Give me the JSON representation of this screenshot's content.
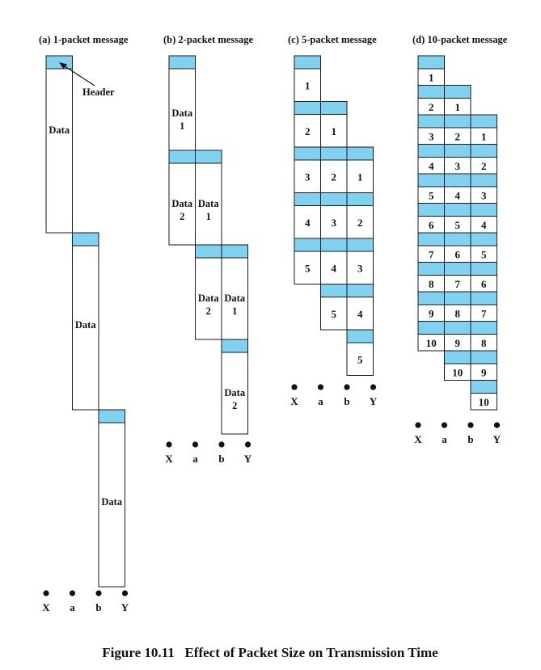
{
  "colors": {
    "header": "#80d3f0",
    "stroke": "#1a1a1a",
    "body": "#ffffff"
  },
  "caption": "Figure 10.11   Effect of Packet Size on Transmission Time",
  "header_annotation": "Header",
  "nodes": [
    "X",
    "a",
    "b",
    "Y"
  ],
  "panels": [
    {
      "id": "a",
      "title": "(a) 1-packet message",
      "packets": [
        {
          "node": 0,
          "slot": 0,
          "label": [
            "Data"
          ]
        },
        {
          "node": 1,
          "slot": 1,
          "label": [
            "Data"
          ]
        },
        {
          "node": 2,
          "slot": 2,
          "label": [
            "Data"
          ]
        }
      ]
    },
    {
      "id": "b",
      "title": "(b) 2-packet message",
      "packets": [
        {
          "node": 0,
          "slot": 0,
          "label": [
            "Data",
            "1"
          ]
        },
        {
          "node": 0,
          "slot": 1,
          "label": [
            "Data",
            "2"
          ]
        },
        {
          "node": 1,
          "slot": 1,
          "label": [
            "Data",
            "1"
          ]
        },
        {
          "node": 1,
          "slot": 2,
          "label": [
            "Data",
            "2"
          ]
        },
        {
          "node": 2,
          "slot": 2,
          "label": [
            "Data",
            "1"
          ]
        },
        {
          "node": 2,
          "slot": 3,
          "label": [
            "Data",
            "2"
          ]
        }
      ]
    },
    {
      "id": "c",
      "title": "(c) 5-packet message",
      "packets": [
        {
          "node": 0,
          "slot": 0,
          "label": [
            "1"
          ]
        },
        {
          "node": 0,
          "slot": 1,
          "label": [
            "2"
          ]
        },
        {
          "node": 0,
          "slot": 2,
          "label": [
            "3"
          ]
        },
        {
          "node": 0,
          "slot": 3,
          "label": [
            "4"
          ]
        },
        {
          "node": 0,
          "slot": 4,
          "label": [
            "5"
          ]
        },
        {
          "node": 1,
          "slot": 1,
          "label": [
            "1"
          ]
        },
        {
          "node": 1,
          "slot": 2,
          "label": [
            "2"
          ]
        },
        {
          "node": 1,
          "slot": 3,
          "label": [
            "3"
          ]
        },
        {
          "node": 1,
          "slot": 4,
          "label": [
            "4"
          ]
        },
        {
          "node": 1,
          "slot": 5,
          "label": [
            "5"
          ]
        },
        {
          "node": 2,
          "slot": 2,
          "label": [
            "1"
          ]
        },
        {
          "node": 2,
          "slot": 3,
          "label": [
            "2"
          ]
        },
        {
          "node": 2,
          "slot": 4,
          "label": [
            "3"
          ]
        },
        {
          "node": 2,
          "slot": 5,
          "label": [
            "4"
          ]
        },
        {
          "node": 2,
          "slot": 6,
          "label": [
            "5"
          ]
        }
      ]
    },
    {
      "id": "d",
      "title": "(d) 10-packet message",
      "packets": [
        {
          "node": 0,
          "slot": 0,
          "label": [
            "1"
          ]
        },
        {
          "node": 0,
          "slot": 1,
          "label": [
            "2"
          ]
        },
        {
          "node": 0,
          "slot": 2,
          "label": [
            "3"
          ]
        },
        {
          "node": 0,
          "slot": 3,
          "label": [
            "4"
          ]
        },
        {
          "node": 0,
          "slot": 4,
          "label": [
            "5"
          ]
        },
        {
          "node": 0,
          "slot": 5,
          "label": [
            "6"
          ]
        },
        {
          "node": 0,
          "slot": 6,
          "label": [
            "7"
          ]
        },
        {
          "node": 0,
          "slot": 7,
          "label": [
            "8"
          ]
        },
        {
          "node": 0,
          "slot": 8,
          "label": [
            "9"
          ]
        },
        {
          "node": 0,
          "slot": 9,
          "label": [
            "10"
          ]
        },
        {
          "node": 1,
          "slot": 1,
          "label": [
            "1"
          ]
        },
        {
          "node": 1,
          "slot": 2,
          "label": [
            "2"
          ]
        },
        {
          "node": 1,
          "slot": 3,
          "label": [
            "3"
          ]
        },
        {
          "node": 1,
          "slot": 4,
          "label": [
            "4"
          ]
        },
        {
          "node": 1,
          "slot": 5,
          "label": [
            "5"
          ]
        },
        {
          "node": 1,
          "slot": 6,
          "label": [
            "6"
          ]
        },
        {
          "node": 1,
          "slot": 7,
          "label": [
            "7"
          ]
        },
        {
          "node": 1,
          "slot": 8,
          "label": [
            "8"
          ]
        },
        {
          "node": 1,
          "slot": 9,
          "label": [
            "9"
          ]
        },
        {
          "node": 1,
          "slot": 10,
          "label": [
            "10"
          ]
        },
        {
          "node": 2,
          "slot": 2,
          "label": [
            "1"
          ]
        },
        {
          "node": 2,
          "slot": 3,
          "label": [
            "2"
          ]
        },
        {
          "node": 2,
          "slot": 4,
          "label": [
            "3"
          ]
        },
        {
          "node": 2,
          "slot": 5,
          "label": [
            "4"
          ]
        },
        {
          "node": 2,
          "slot": 6,
          "label": [
            "5"
          ]
        },
        {
          "node": 2,
          "slot": 7,
          "label": [
            "6"
          ]
        },
        {
          "node": 2,
          "slot": 8,
          "label": [
            "7"
          ]
        },
        {
          "node": 2,
          "slot": 9,
          "label": [
            "8"
          ]
        },
        {
          "node": 2,
          "slot": 10,
          "label": [
            "9"
          ]
        },
        {
          "node": 2,
          "slot": 11,
          "label": [
            "10"
          ]
        }
      ]
    }
  ]
}
